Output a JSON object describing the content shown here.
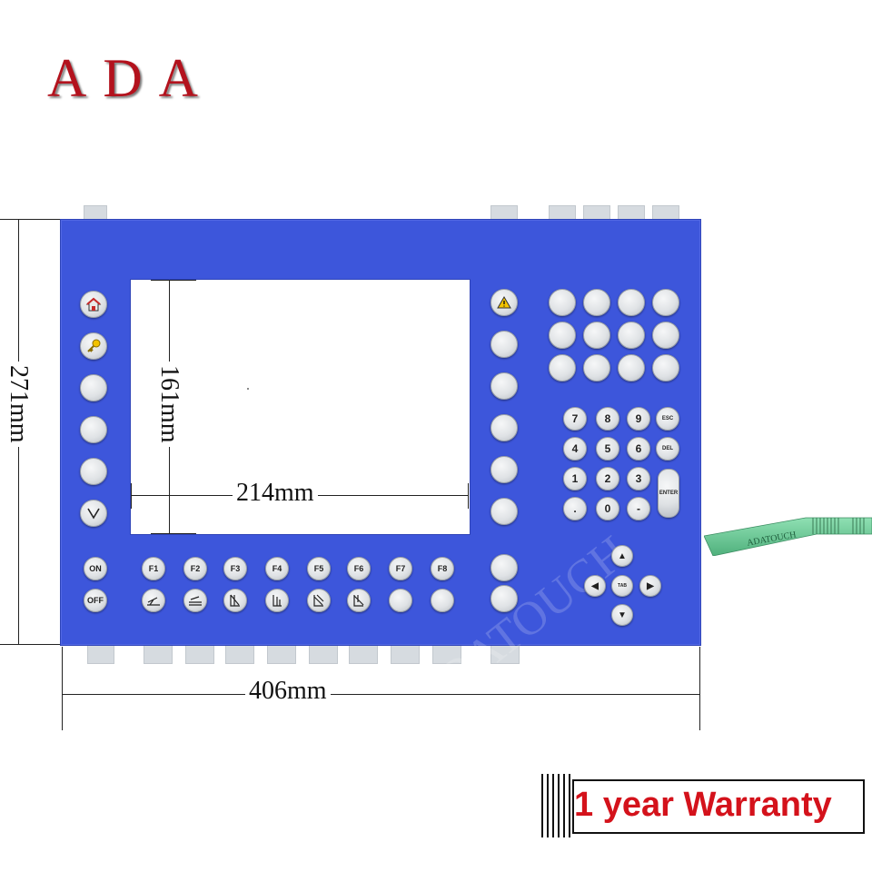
{
  "brand": {
    "logo_text": "ADA"
  },
  "dimensions": {
    "height_label": "271mm",
    "width_label": "406mm",
    "window_height_label": "161mm",
    "window_width_label": "214mm"
  },
  "left_keys": [
    {
      "icon": "home-icon"
    },
    {
      "icon": "key-icon"
    },
    {
      "icon": ""
    },
    {
      "icon": ""
    },
    {
      "icon": ""
    },
    {
      "icon": "chevron-down-icon"
    }
  ],
  "power_keys": [
    "ON",
    "OFF"
  ],
  "function_keys": [
    "F1",
    "F2",
    "F3",
    "F4",
    "F5",
    "F6",
    "F7",
    "F8"
  ],
  "numpad": {
    "rows": [
      [
        "7",
        "8",
        "9",
        "ESC"
      ],
      [
        "4",
        "5",
        "6",
        "DEL"
      ],
      [
        "1",
        "2",
        "3"
      ],
      [
        ".",
        "0",
        "-"
      ]
    ],
    "enter_label": "ENTER",
    "tab_label": "TAB"
  },
  "arrows": {
    "up": "▲",
    "down": "▼",
    "left": "◀",
    "right": "▶"
  },
  "cable": {
    "brand_text": "ADATOUCH"
  },
  "watermark": {
    "text": "ADATOUCH"
  },
  "warranty": {
    "text": "1 year Warranty"
  },
  "colors": {
    "panel": "#3d56db",
    "logo": "#b3121d",
    "warranty_text": "#d4121b",
    "cable": "#5fc48f"
  }
}
